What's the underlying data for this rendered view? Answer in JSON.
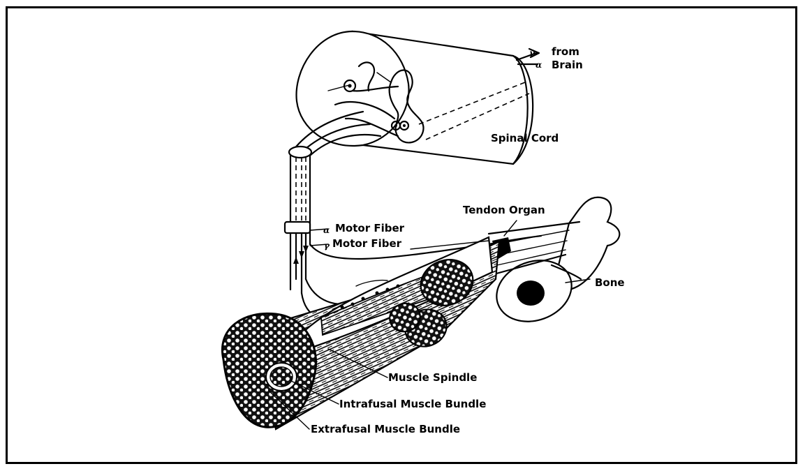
{
  "labels": {
    "gamma_from_brain": "γ",
    "alpha_from_brain": "α",
    "from_brain": "from\nBrain",
    "spinal_cord": "Spinal Cord",
    "tendon_organ": "Tendon Organ",
    "alpha_motor_fiber_symbol": "α",
    "alpha_motor_fiber": "Motor Fiber",
    "gamma_motor_fiber_symbol": "γ",
    "gamma_motor_fiber": "Motor Fiber",
    "bone": "Bone",
    "muscle_spindle": "Muscle Spindle",
    "intrafusal_muscle_bundle": "Intrafusal Muscle Bundle",
    "extrafusal_muscle_bundle": "Extrafusal Muscle Bundle"
  }
}
